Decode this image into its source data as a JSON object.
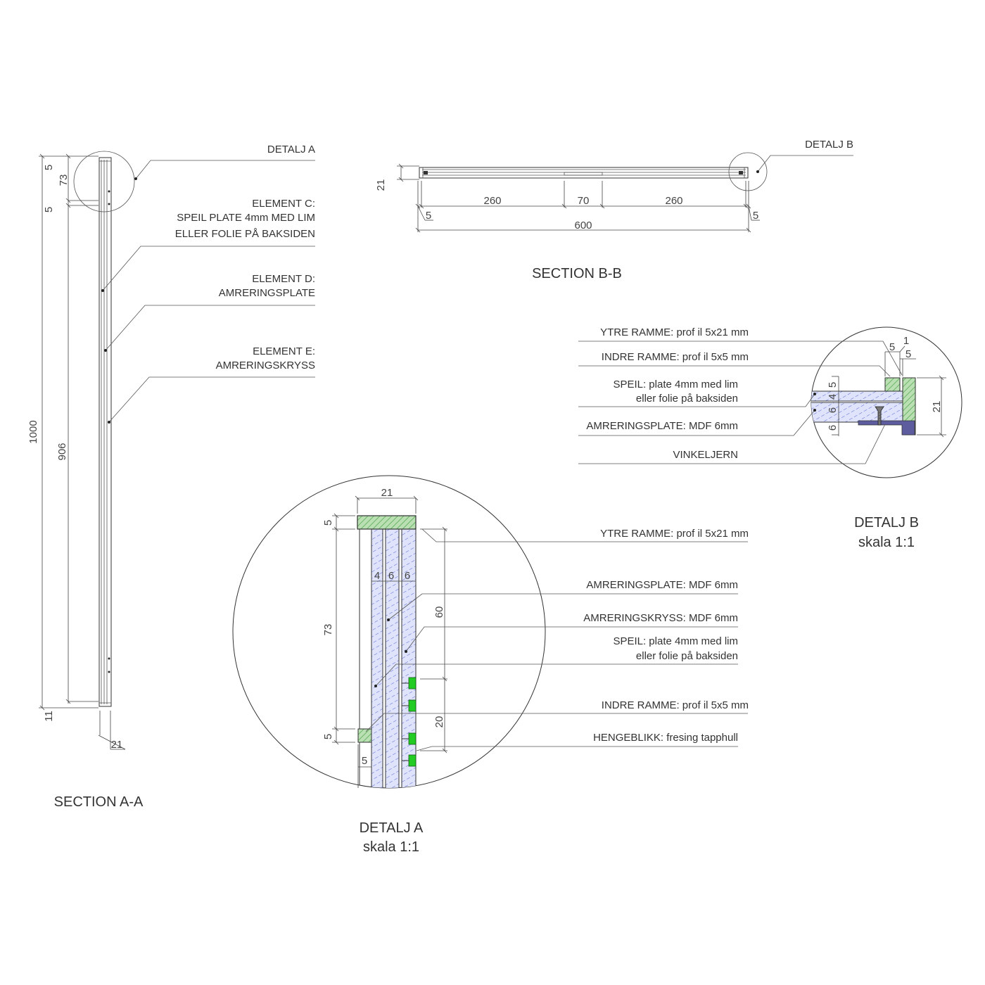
{
  "colors": {
    "frame_green": "#3a9a3a",
    "frame_green_fill": "#b9dfb2",
    "mdf_blue_fill": "#dfe3fb",
    "mdf_blue_hatch": "#5866d8",
    "hanger_green": "#22cc22",
    "bracket_purple": "#5c5c9e",
    "line": "#333333"
  },
  "section_aa": {
    "title": "SECTION A-A",
    "dims": {
      "d1000": "1000",
      "d5_top": "5",
      "d73": "73",
      "d5_b": "5",
      "d906": "906",
      "d11": "11",
      "d21": "21"
    },
    "callouts": {
      "detalj_a": "DETALJ A",
      "element_c_1": "ELEMENT C:",
      "element_c_2": "SPEIL PLATE 4mm MED LIM",
      "element_c_3": "ELLER FOLIE PÅ BAKSIDEN",
      "element_d_1": "ELEMENT D:",
      "element_d_2": "AMRERINGSPLATE",
      "element_e_1": "ELEMENT E:",
      "element_e_2": "AMRERINGSKRYSS"
    }
  },
  "section_bb": {
    "title": "SECTION B-B",
    "callout": "DETALJ B",
    "dims": {
      "d21": "21",
      "d260a": "260",
      "d70": "70",
      "d260b": "260",
      "d5a": "5",
      "d5b": "5",
      "d600": "600"
    }
  },
  "detail_b": {
    "title": "DETALJ B",
    "scale": "skala 1:1",
    "labels": {
      "ytre": "YTRE RAMME: prof il  5x21 mm",
      "indre": "INDRE RAMME: prof il  5x5 mm",
      "speil_1": "SPEIL: plate 4mm med lim",
      "speil_2": "eller folie på baksiden",
      "amplate": "AMRERINGSPLATE: MDF 6mm",
      "vinkel": "VINKELJERN"
    },
    "dims": {
      "d5a": "5",
      "d1": "1",
      "d5b": "5",
      "d21": "21",
      "d5c": "5",
      "d4": "4",
      "d6a": "6",
      "d6b": "6"
    }
  },
  "detail_a": {
    "title": "DETALJ A",
    "scale": "skala 1:1",
    "labels": {
      "ytre": "YTRE RAMME: prof il  5x21 mm",
      "amplate": "AMRERINGSPLATE: MDF 6mm",
      "amkryss": "AMRERINGSKRYSS: MDF 6mm",
      "speil_1": "SPEIL: plate 4mm med lim",
      "speil_2": "eller folie på baksiden",
      "indre": "INDRE RAMME: prof il  5x5 mm",
      "hengeblikk": "HENGEBLIKK: fresing tapphull"
    },
    "dims": {
      "d21": "21",
      "d5a": "5",
      "d73": "73",
      "d4": "4",
      "d6a": "6",
      "d6b": "6",
      "d60": "60",
      "d20": "20",
      "d5b": "5",
      "d5c": "5"
    }
  }
}
